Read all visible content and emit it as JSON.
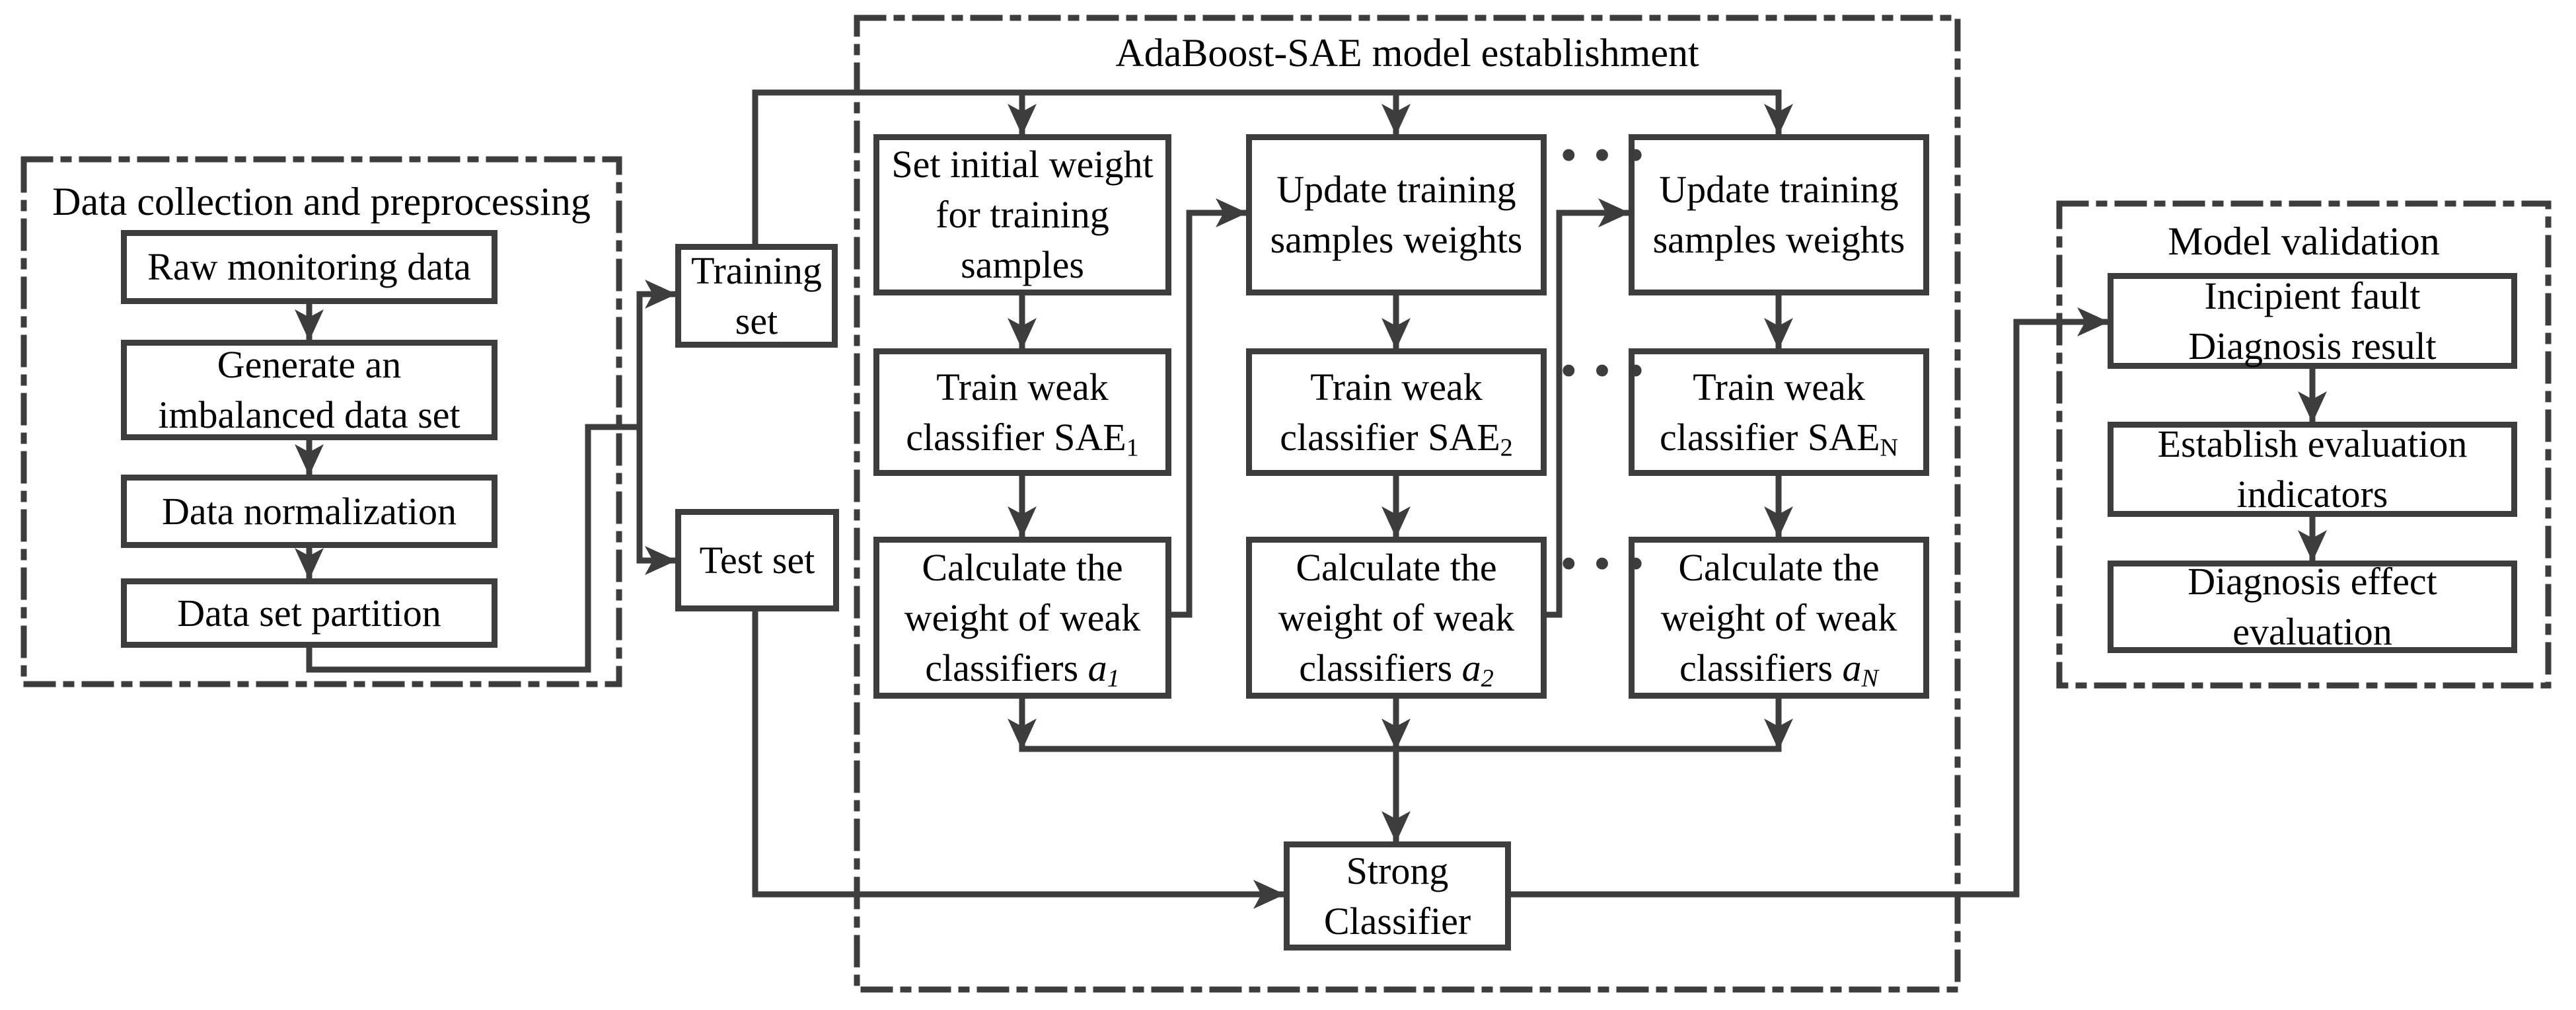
{
  "diagram": {
    "left": {
      "title": "Data collection and preprocessing",
      "boxes": [
        {
          "lines": [
            "Raw monitoring data"
          ]
        },
        {
          "lines": [
            "Generate an",
            "imbalanced data set"
          ]
        },
        {
          "lines": [
            "Data normalization"
          ]
        },
        {
          "lines": [
            "Data set partition"
          ]
        }
      ]
    },
    "split": {
      "training": {
        "lines": [
          "Training",
          "set"
        ]
      },
      "test": {
        "lines": [
          "Test set"
        ]
      }
    },
    "adaboost": {
      "title": "AdaBoost-SAE model establishment",
      "ellipsis": "···",
      "columns": [
        {
          "top": [
            "Set initial weight",
            "for training",
            "samples"
          ],
          "mid": [
            "Train weak",
            "classifier SAE"
          ],
          "mid_sub": "1",
          "bot": [
            "Calculate the",
            "weight of weak"
          ],
          "bot_tail": "classifiers ",
          "bot_var": "a",
          "bot_sub": "1"
        },
        {
          "top": [
            "Update training",
            "samples weights"
          ],
          "mid": [
            "Train weak",
            "classifier SAE"
          ],
          "mid_sub": "2",
          "bot": [
            "Calculate the",
            "weight of weak"
          ],
          "bot_tail": "classifiers ",
          "bot_var": "a",
          "bot_sub": "2"
        },
        {
          "top": [
            "Update training",
            "samples weights"
          ],
          "mid": [
            "Train weak",
            "classifier SAE"
          ],
          "mid_sub": "N",
          "bot": [
            "Calculate the",
            "weight of weak"
          ],
          "bot_tail": "classifiers ",
          "bot_var": "a",
          "bot_sub": "N"
        }
      ],
      "strong": {
        "lines": [
          "Strong",
          "Classifier"
        ]
      }
    },
    "right": {
      "title": "Model validation",
      "boxes": [
        {
          "lines": [
            "Incipient fault",
            "Diagnosis result"
          ]
        },
        {
          "lines": [
            "Establish evaluation",
            "indicators"
          ]
        },
        {
          "lines": [
            "Diagnosis effect",
            "evaluation"
          ]
        }
      ]
    }
  }
}
